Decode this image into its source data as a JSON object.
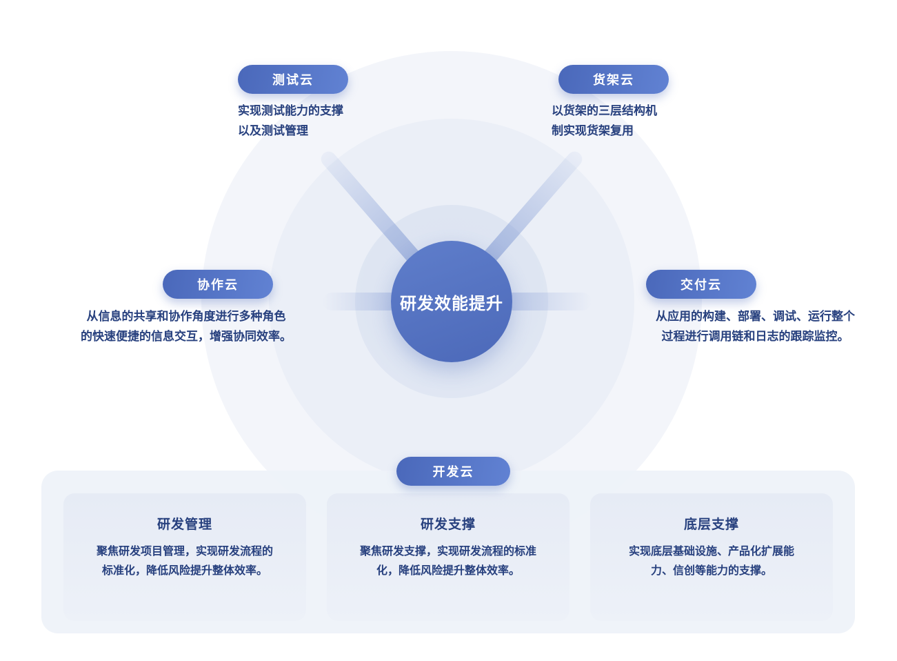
{
  "center": {
    "label": "研发效能提升"
  },
  "nodes": {
    "test": {
      "label": "测试云",
      "desc": "实现测试能力的支撑\n以及测试管理"
    },
    "shelf": {
      "label": "货架云",
      "desc": "以货架的三层结构机\n制实现货架复用"
    },
    "collab": {
      "label": "协作云",
      "desc": "从信息的共享和协作角度进行多种角色\n的快速便捷的信息交互，增强协同效率。"
    },
    "delivery": {
      "label": "交付云",
      "desc": "从应用的构建、部署、调试、运行整个\n过程进行调用链和日志的跟踪监控。"
    },
    "dev": {
      "label": "开发云"
    }
  },
  "cards": [
    {
      "title": "研发管理",
      "desc": "聚焦研发项目管理，实现研发流程的\n标准化，降低风险提升整体效率。"
    },
    {
      "title": "研发支撑",
      "desc": "聚焦研发支撑，实现研发流程的标准\n化，降低风险提升整体效率。"
    },
    {
      "title": "底层支撑",
      "desc": "实现底层基础设施、产品化扩展能\n力、信创等能力的支撑。"
    }
  ],
  "colors": {
    "pill_gradient_start": "#4a68ba",
    "pill_gradient_end": "#6182d3",
    "center_circle": "#5272c4",
    "text_navy": "#27407e",
    "ring_outer": "#f3f5fa",
    "ring_middle": "#ebeff7",
    "ring_inner": "#dee5f2",
    "panel_bg": "#eef2f9",
    "card_bg": "#e8edf6"
  }
}
